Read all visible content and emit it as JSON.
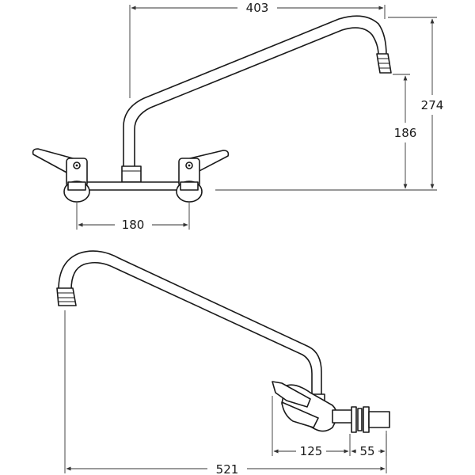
{
  "dimensions": {
    "spout_reach": "403",
    "overall_height": "274",
    "spout_height": "186",
    "centres": "180",
    "projection": "521",
    "tap_body": "125",
    "wall_fixing": "55"
  },
  "colors": {
    "line": "#1a1a1a",
    "background": "#ffffff"
  }
}
